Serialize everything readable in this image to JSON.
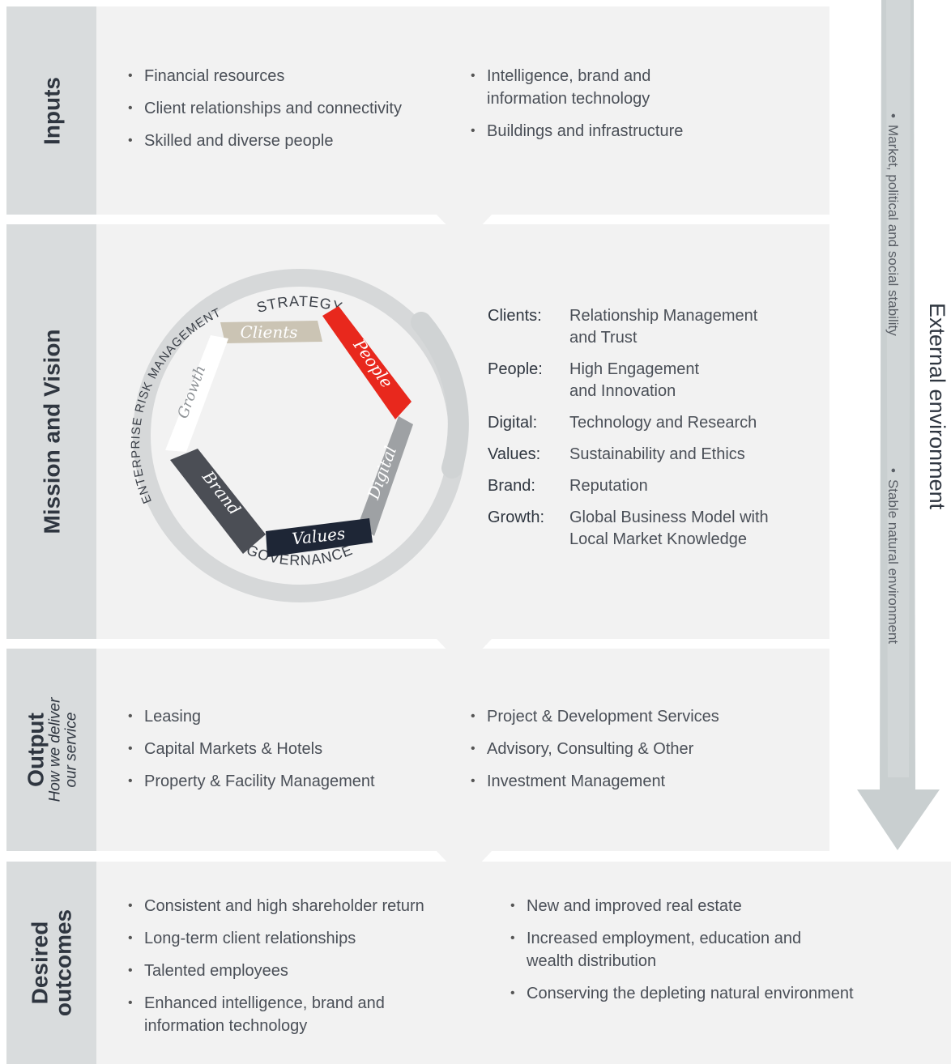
{
  "inputs": {
    "title": "Inputs",
    "col1": [
      "Financial resources",
      "Client relationships and connectivity",
      "Skilled and diverse people"
    ],
    "col2": [
      "Intelligence, brand and information technology",
      "Buildings and infrastructure"
    ]
  },
  "mission": {
    "title": "Mission and Vision",
    "ring": {
      "top": "STRATEGY",
      "bottom": "GOVERNANCE",
      "left": "ENTERPRISE RISK MANAGEMENT",
      "segments": [
        "Clients",
        "People",
        "Digital",
        "Values",
        "Brand",
        "Growth"
      ],
      "segment_colors": [
        "#cbc4b4",
        "#e8281d",
        "#9ea1a4",
        "#1e2636",
        "#4b4e55",
        "#ffffff"
      ]
    },
    "pillars": [
      {
        "name": "Clients:",
        "desc": "Relationship Management and Trust"
      },
      {
        "name": "People:",
        "desc": "High Engagement and Innovation"
      },
      {
        "name": "Digital:",
        "desc": "Technology and Research"
      },
      {
        "name": "Values:",
        "desc": "Sustainability and Ethics"
      },
      {
        "name": "Brand:",
        "desc": "Reputation"
      },
      {
        "name": "Growth:",
        "desc": "Global Business Model with Local Market Knowledge"
      }
    ]
  },
  "output": {
    "title": "Output",
    "subtitle": "How we deliver our service",
    "col1": [
      "Leasing",
      "Capital Markets & Hotels",
      "Property & Facility Management"
    ],
    "col2": [
      "Project & Development Services",
      "Advisory, Consulting & Other",
      "Investment Management"
    ]
  },
  "outcomes": {
    "title": "Desired outcomes",
    "col1": [
      "Consistent and high shareholder return",
      "Long-term client relationships",
      "Talented employees",
      "Enhanced intelligence, brand and information technology"
    ],
    "col2": [
      "New and improved real estate",
      "Increased employment, education and wealth distribution",
      "Conserving the depleting natural environment"
    ]
  },
  "external": {
    "title": "External environment",
    "items": [
      "Market, political and social stability",
      "Stable natural environment"
    ]
  },
  "colors": {
    "panel": "#f2f2f2",
    "tab": "#d9dcdd",
    "arrow": "#c9cfd0",
    "ring": "#d6d8d9"
  }
}
